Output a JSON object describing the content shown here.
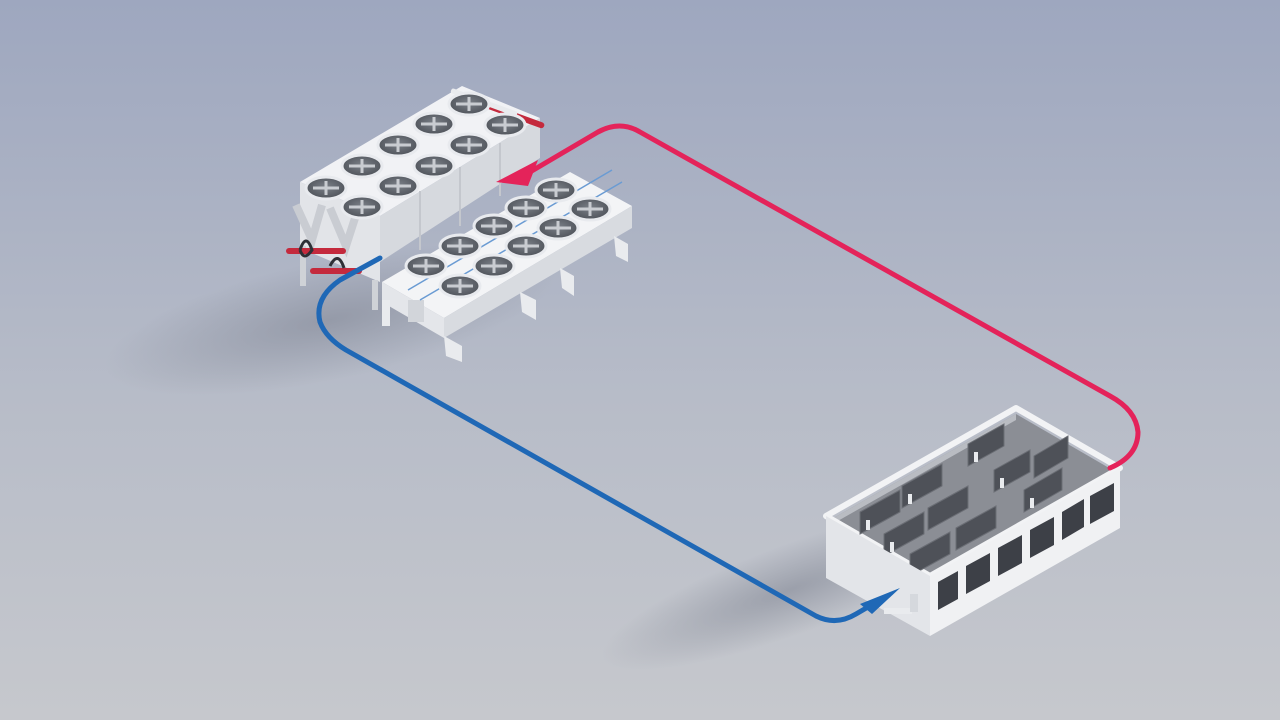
{
  "scene": {
    "colors": {
      "background_top": "#9ea7bf",
      "background_bottom": "#c3c6cc",
      "hot_loop": "#e4235a",
      "cold_loop": "#1f68b6",
      "equipment_white": "#eef0f3",
      "equipment_side": "#d9dce1",
      "fan_dark": "#5d6168",
      "rack_dark": "#4e5158",
      "window_dark": "#3d4047",
      "accent_red": "#c42a3d"
    },
    "components": [
      {
        "id": "dry-cooler",
        "icon": "fan-array-icon"
      },
      {
        "id": "adiabatic-cooler",
        "icon": "fan-array-icon"
      },
      {
        "id": "data-center",
        "icon": "server-rack-icon"
      }
    ],
    "flows": [
      {
        "id": "hot-return",
        "direction": "data-center-to-cooler",
        "color": "hot_loop"
      },
      {
        "id": "cold-supply",
        "direction": "cooler-to-data-center",
        "color": "cold_loop"
      }
    ]
  }
}
